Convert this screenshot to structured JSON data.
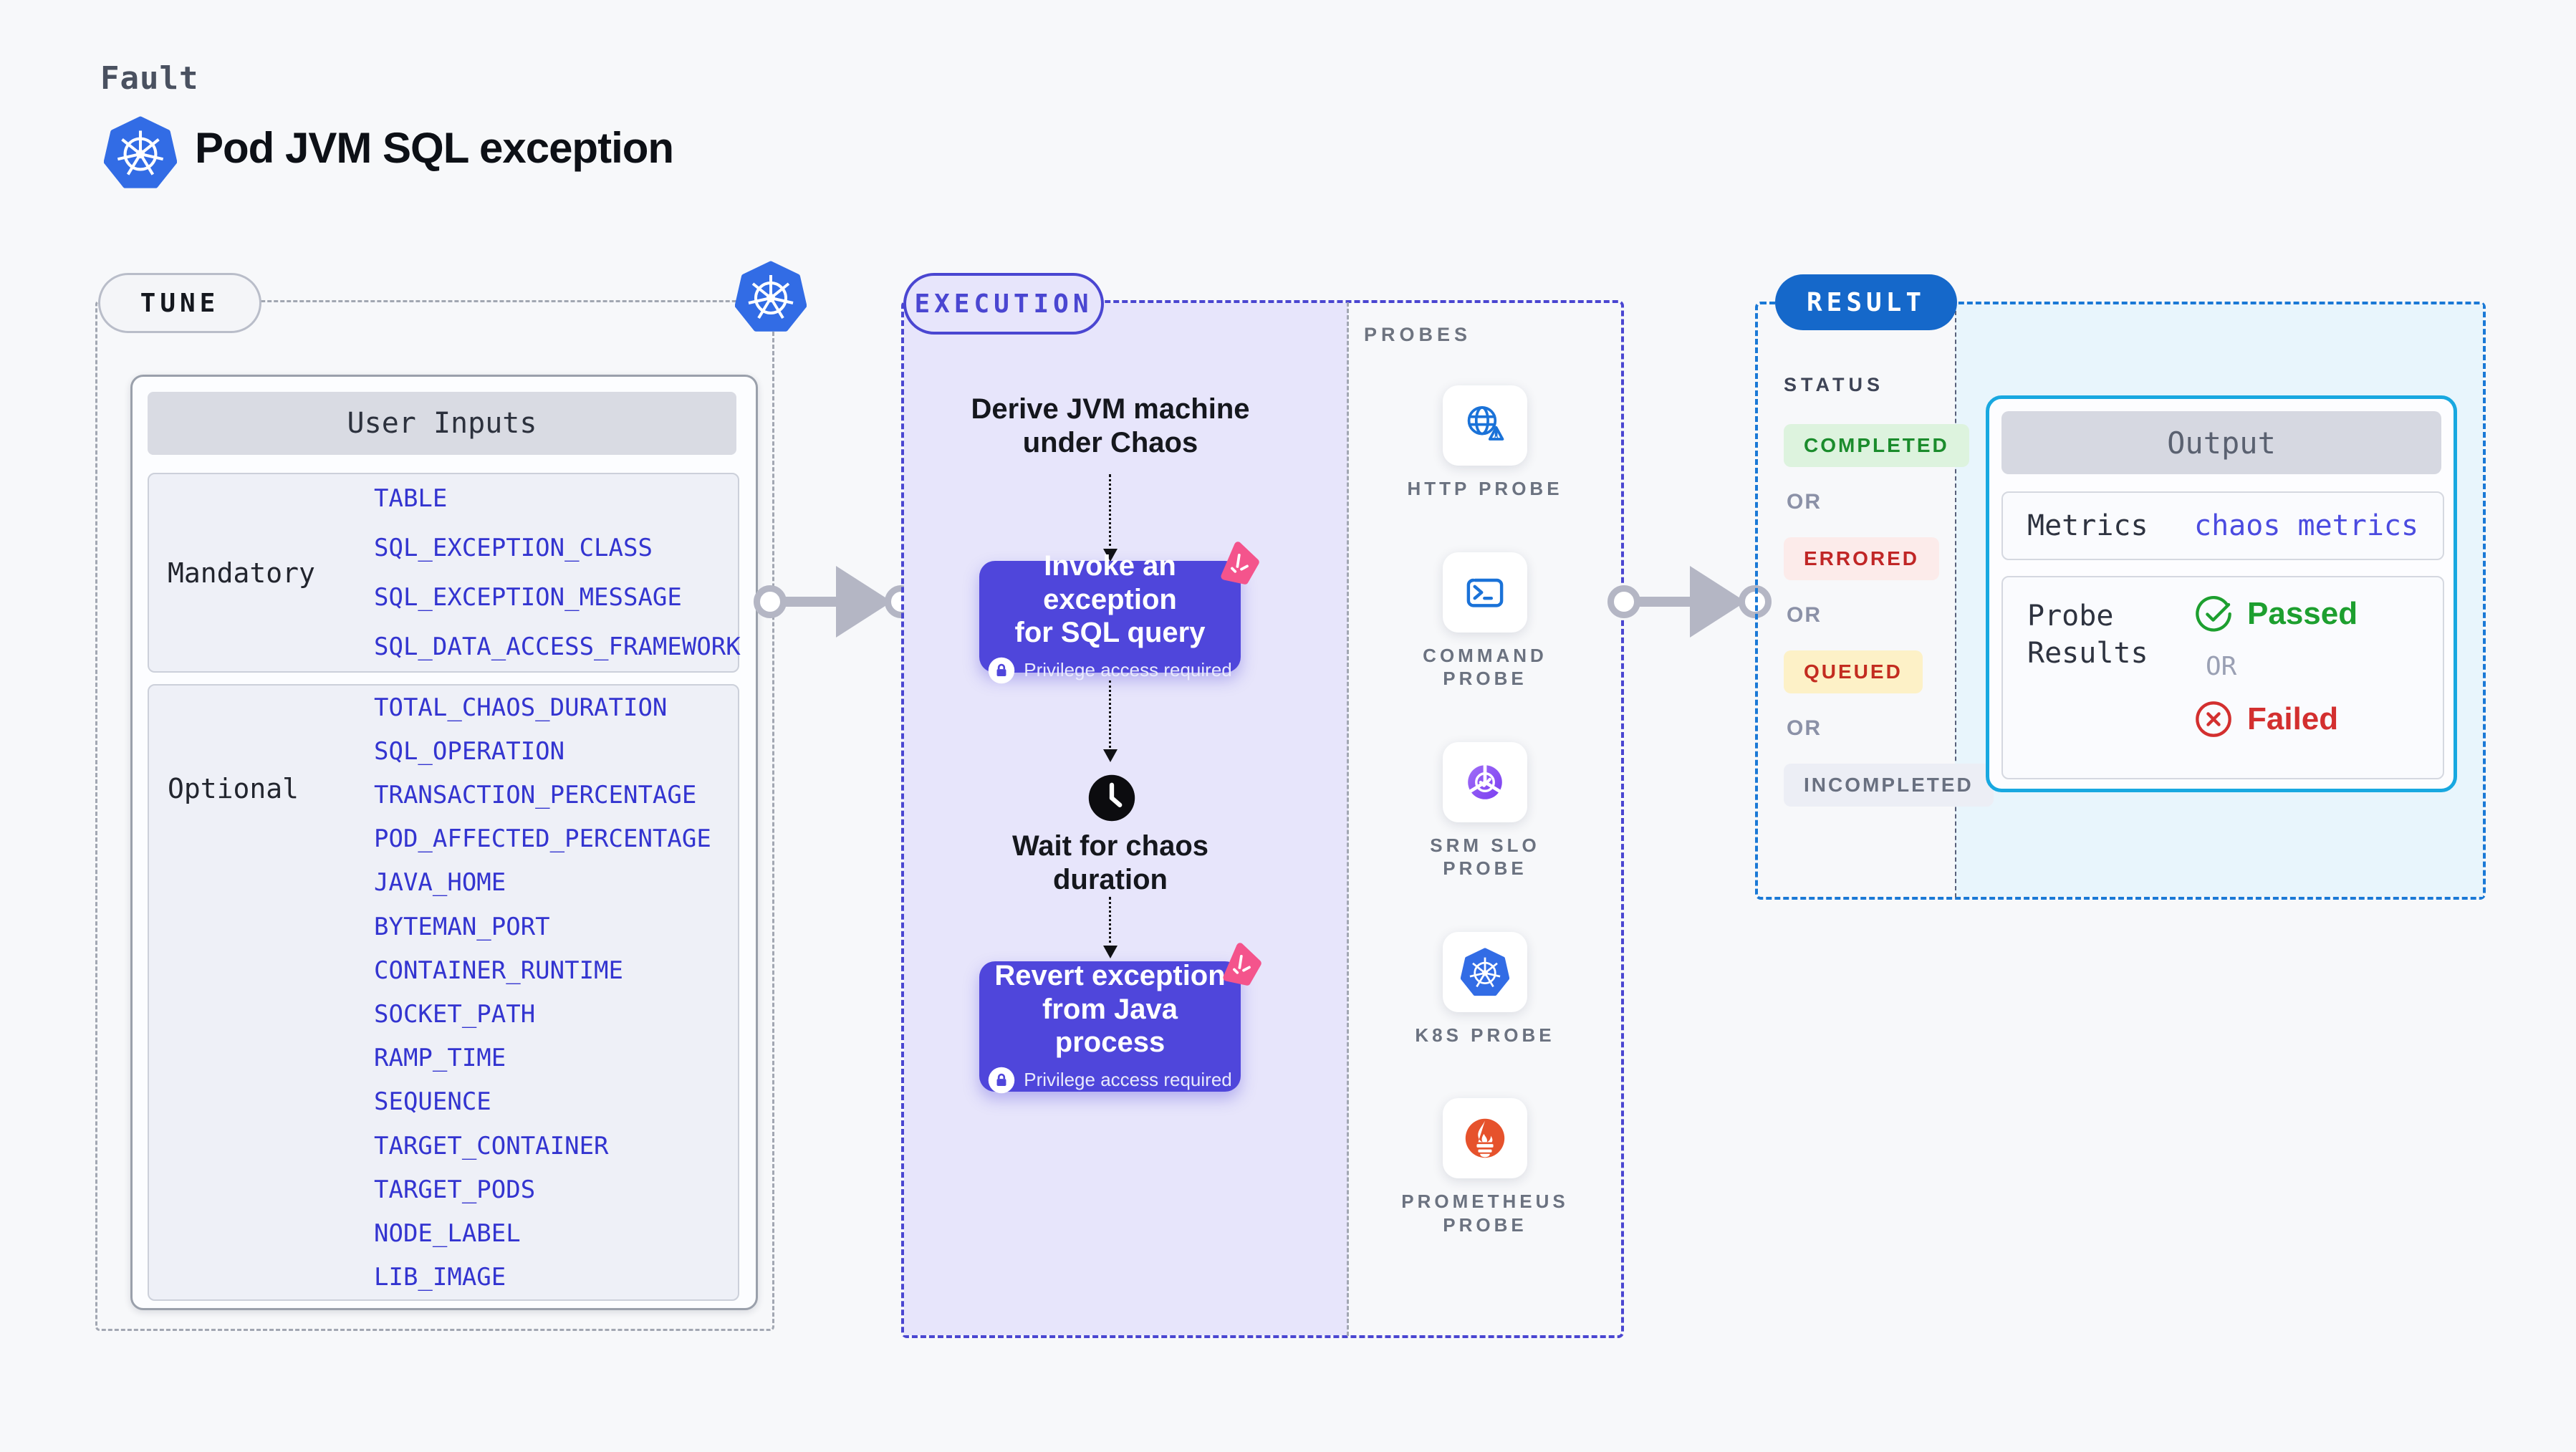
{
  "page": {
    "kicker": "Fault",
    "title": "Pod JVM SQL exception"
  },
  "colors": {
    "accent_indigo": "#4f46db",
    "kubernetes_blue": "#326ce5",
    "result_blue": "#1568ca",
    "output_border_cyan": "#18a8e0",
    "success_green": "#1b8c2c",
    "error_red": "#c02626",
    "queued_yellow_bg": "#fdf1c7",
    "sparkle_pink": "#f4548c",
    "param_blue": "#3334d0",
    "prometheus_orange": "#e6522c"
  },
  "tune": {
    "label": "TUNE",
    "card_title": "User Inputs",
    "mandatory": {
      "label": "Mandatory",
      "params": [
        "TABLE",
        "SQL_EXCEPTION_CLASS",
        "SQL_EXCEPTION_MESSAGE",
        "SQL_DATA_ACCESS_FRAMEWORK"
      ]
    },
    "optional": {
      "label": "Optional",
      "params": [
        "TOTAL_CHAOS_DURATION",
        "SQL_OPERATION",
        "TRANSACTION_PERCENTAGE",
        "POD_AFFECTED_PERCENTAGE",
        "JAVA_HOME",
        "BYTEMAN_PORT",
        "CONTAINER_RUNTIME",
        "SOCKET_PATH",
        "RAMP_TIME",
        "SEQUENCE",
        "TARGET_CONTAINER",
        "TARGET_PODS",
        "NODE_LABEL",
        "LIB_IMAGE"
      ]
    }
  },
  "execution": {
    "label": "EXECUTION",
    "derive_text": "Derive JVM machine under Chaos",
    "invoke": {
      "lines": [
        "Invoke an exception",
        "for SQL query"
      ],
      "note": "Privilege access required"
    },
    "wait_text": "Wait for chaos duration",
    "revert": {
      "lines": [
        "Revert exception",
        "from Java process"
      ],
      "note": "Privilege access required"
    }
  },
  "probes": {
    "label": "PROBES",
    "items": [
      {
        "name": "HTTP PROBE",
        "icon": "globe-alert"
      },
      {
        "name": "COMMAND PROBE",
        "icon": "terminal"
      },
      {
        "name": "SRM SLO PROBE",
        "icon": "slo-gauge"
      },
      {
        "name": "K8S PROBE",
        "icon": "kubernetes"
      },
      {
        "name": "PROMETHEUS PROBE",
        "icon": "prometheus"
      }
    ]
  },
  "result": {
    "label": "RESULT",
    "status": {
      "heading": "STATUS",
      "items": [
        {
          "text": "COMPLETED",
          "kind": "success"
        },
        {
          "text": "OR",
          "kind": "or"
        },
        {
          "text": "ERRORED",
          "kind": "danger"
        },
        {
          "text": "OR",
          "kind": "or"
        },
        {
          "text": "QUEUED",
          "kind": "warning"
        },
        {
          "text": "OR",
          "kind": "or"
        },
        {
          "text": "INCOMPLETED",
          "kind": "muted"
        }
      ]
    },
    "output": {
      "title": "Output",
      "metrics_label": "Metrics",
      "metrics_value": "chaos metrics",
      "probe_results_label": "Probe Results",
      "passed": "Passed",
      "or": "OR",
      "failed": "Failed"
    }
  }
}
